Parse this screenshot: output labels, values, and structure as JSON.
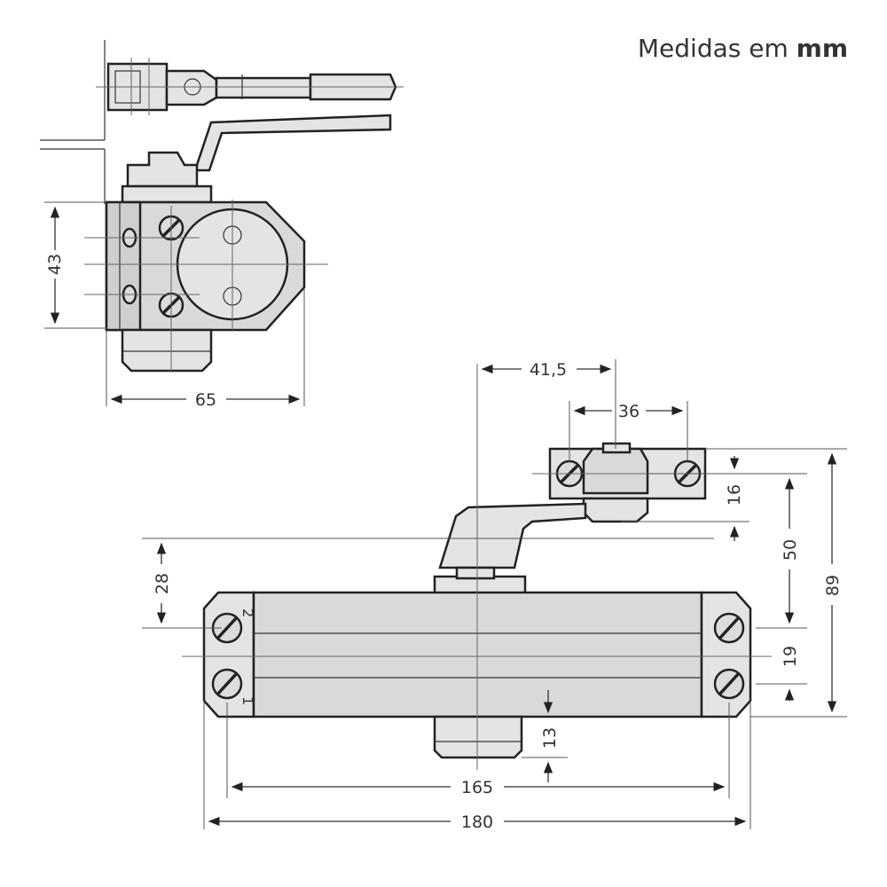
{
  "units": {
    "prefix": "Medidas em",
    "unit": "mm"
  },
  "dimensions": {
    "height_side": "43",
    "width_side": "65",
    "arm_offset": "41,5",
    "bracket_width": "36",
    "bracket_height": "16",
    "arm_to_top": "50",
    "total_height": "89",
    "arm_clearance": "28",
    "screw_spacing": "19",
    "bottom_offset": "13",
    "screw_distance": "165",
    "total_length": "180"
  },
  "markings": {
    "position_2": "2",
    "position_1": "1"
  }
}
